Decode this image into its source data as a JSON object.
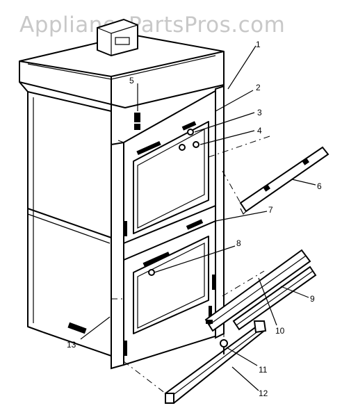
{
  "watermark": "AppliancePartsPros.com",
  "top_fragment": "",
  "callouts": [
    {
      "id": "1",
      "label": "1"
    },
    {
      "id": "2",
      "label": "2"
    },
    {
      "id": "3",
      "label": "3"
    },
    {
      "id": "4",
      "label": "4"
    },
    {
      "id": "5",
      "label": "5"
    },
    {
      "id": "6",
      "label": "6"
    },
    {
      "id": "7",
      "label": "7"
    },
    {
      "id": "8",
      "label": "8"
    },
    {
      "id": "9",
      "label": "9"
    },
    {
      "id": "10",
      "label": "10"
    },
    {
      "id": "11",
      "label": "11"
    },
    {
      "id": "12",
      "label": "12"
    },
    {
      "id": "13",
      "label": "13"
    }
  ]
}
